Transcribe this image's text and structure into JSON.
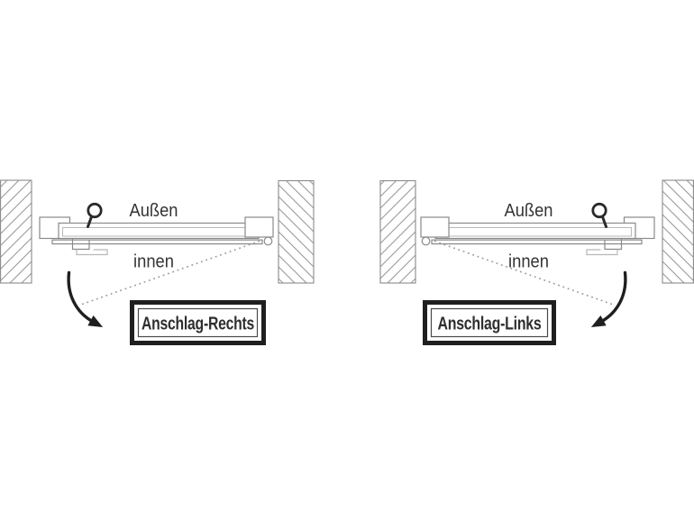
{
  "figure": {
    "background": "#ffffff",
    "colors": {
      "line": "#8a8a8a",
      "light_line": "#b8b8b8",
      "dark": "#1f1f1f",
      "text": "#333333",
      "handle": "#2a2a2a",
      "dotted": "#9a9a9a"
    },
    "panels": [
      {
        "outside_label": "Außen",
        "inside_label": "innen",
        "caption": "Anschlag-Rechts"
      },
      {
        "outside_label": "Außen",
        "inside_label": "innen",
        "caption": "Anschlag-Links"
      }
    ]
  }
}
